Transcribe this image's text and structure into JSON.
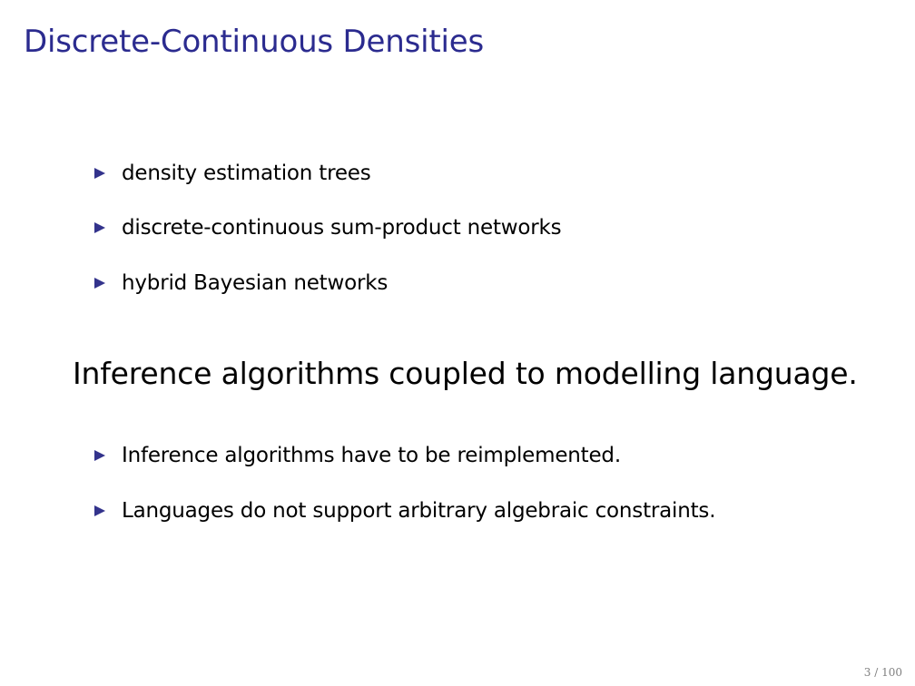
{
  "slide": {
    "title": "Discrete-Continuous Densities",
    "bullets_top": [
      {
        "label": "density estimation trees"
      },
      {
        "label": "discrete-continuous sum-product networks"
      },
      {
        "label": "hybrid Bayesian networks"
      }
    ],
    "statement": "Inference algorithms coupled to modelling language.",
    "bullets_bottom": [
      {
        "label": "Inference algorithms have to be reimplemented."
      },
      {
        "label": "Languages do not support arbitrary algebraic constraints."
      }
    ],
    "page_number": "3 / 100"
  },
  "colors": {
    "title": "#2b2b8f",
    "bullet_marker": "#33338c",
    "text": "#000000",
    "page_number": "#808080"
  }
}
